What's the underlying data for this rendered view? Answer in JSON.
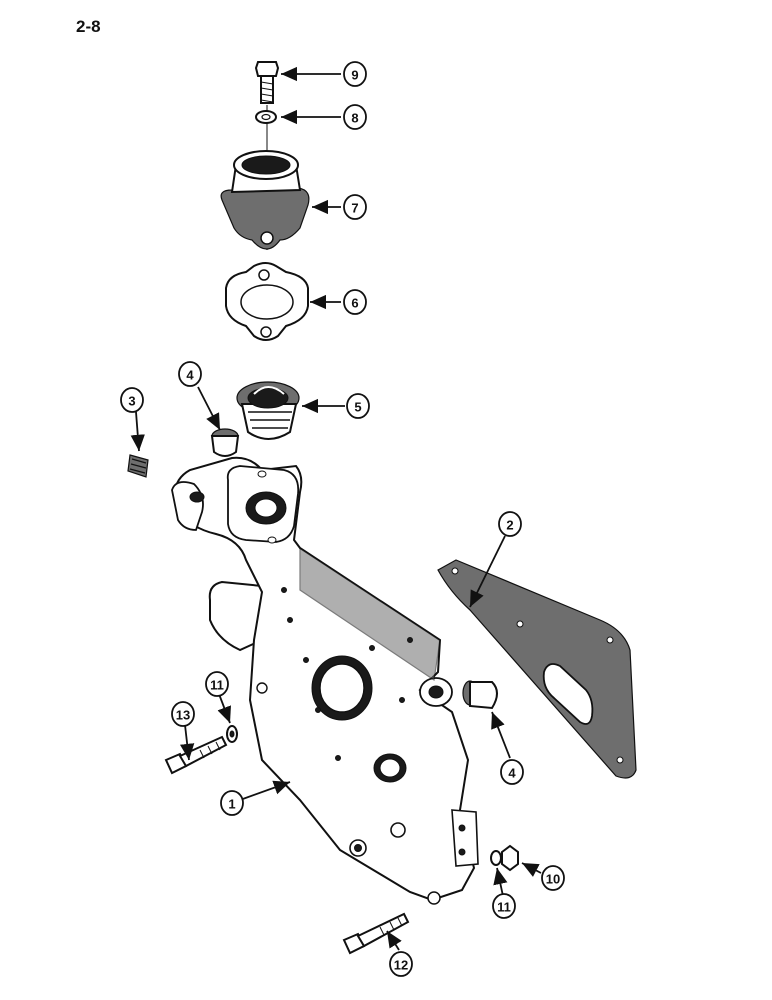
{
  "page_number": "2-8",
  "callouts": [
    {
      "label": "9"
    },
    {
      "label": "8"
    },
    {
      "label": "7"
    },
    {
      "label": "6"
    },
    {
      "label": "5"
    },
    {
      "label": "4"
    },
    {
      "label": "3"
    },
    {
      "label": "2"
    },
    {
      "label": "11"
    },
    {
      "label": "13"
    },
    {
      "label": "1"
    },
    {
      "label": "4"
    },
    {
      "label": "10"
    },
    {
      "label": "11"
    },
    {
      "label": "12"
    }
  ]
}
